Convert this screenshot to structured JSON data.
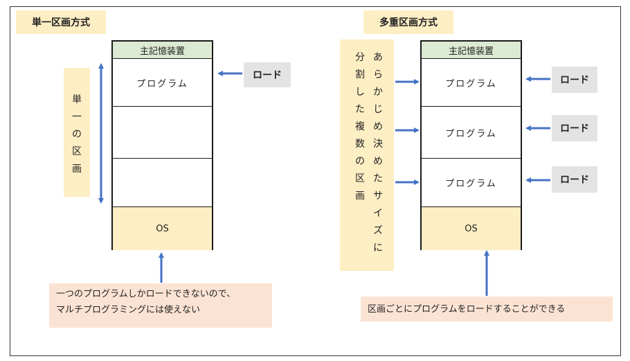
{
  "left": {
    "title": "単一区画方式",
    "memory_header": "主記憶装置",
    "program_label": "プログラム",
    "os_label": "OS",
    "load_label": "ロード",
    "partition_vertical": "単一の区画",
    "note_line1": "一つのプログラムしかロードできないので、",
    "note_line2": "マルチプログラミングには使えない"
  },
  "right": {
    "title": "多重区画方式",
    "memory_header": "主記憶装置",
    "programs": [
      "プログラム",
      "プログラム",
      "プログラム"
    ],
    "os_label": "OS",
    "load_labels": [
      "ロード",
      "ロード",
      "ロード"
    ],
    "vertical_col1": "あらかじめ決めたサイズに",
    "vertical_col2": "分割した複数の区画",
    "note": "区画ごとにプログラムをロードすることができる"
  },
  "colors": {
    "arrow": "#4472c4",
    "yellow_fill": "#fdeec4",
    "peach_fill": "#fbe3d3",
    "green_header": "#dce9d3",
    "gray_fill": "#e3e3e3"
  }
}
